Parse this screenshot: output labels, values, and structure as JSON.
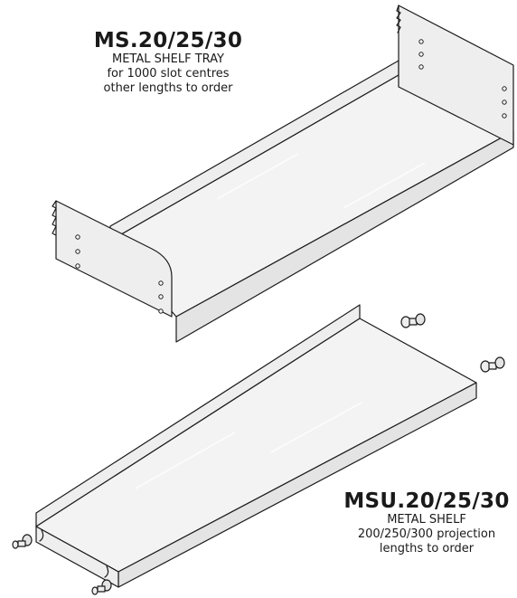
{
  "products": [
    {
      "code": "MS.20/25/30",
      "name": "METAL SHELF TRAY",
      "line2": "for 1000 slot centres",
      "line3": "other lengths to order"
    },
    {
      "code": "MSU.20/25/30",
      "name": "METAL SHELF",
      "line2": "200/250/300 projection",
      "line3": "lengths to order"
    }
  ]
}
